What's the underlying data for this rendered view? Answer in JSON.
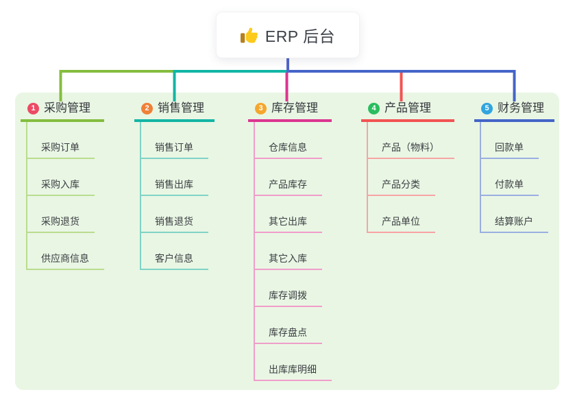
{
  "root": {
    "title": "ERP 后台",
    "icon": "thumbs-up-icon",
    "stem_color": "#5165cd"
  },
  "panel": {
    "bg": "#e9f6e4"
  },
  "branches": [
    {
      "badge": "1",
      "label": "采购管理",
      "badge_color": "#ec4a64",
      "line_color": "#84bd3f",
      "child_line_color": "#b9dc8e",
      "children": [
        "采购订单",
        "采购入库",
        "采购退货",
        "供应商信息"
      ]
    },
    {
      "badge": "2",
      "label": "销售管理",
      "badge_color": "#f08038",
      "line_color": "#12b5a4",
      "child_line_color": "#7fd3c6",
      "children": [
        "销售订单",
        "销售出库",
        "销售退货",
        "客户信息"
      ]
    },
    {
      "badge": "3",
      "label": "库存管理",
      "badge_color": "#f6a62c",
      "line_color": "#dc3690",
      "child_line_color": "#f09dcb",
      "children": [
        "仓库信息",
        "产品库存",
        "其它出库",
        "其它入库",
        "库存调拨",
        "库存盘点",
        "出库库明细"
      ]
    },
    {
      "badge": "4",
      "label": "产品管理",
      "badge_color": "#2abd5f",
      "line_color": "#f25352",
      "child_line_color": "#f8a3a3",
      "children": [
        "产品（物料）",
        "产品分类",
        "产品单位"
      ]
    },
    {
      "badge": "5",
      "label": "财务管理",
      "badge_color": "#30a5de",
      "line_color": "#4464c8",
      "child_line_color": "#9aaee0",
      "children": [
        "回款单",
        "付款单",
        "结算账户"
      ]
    }
  ]
}
